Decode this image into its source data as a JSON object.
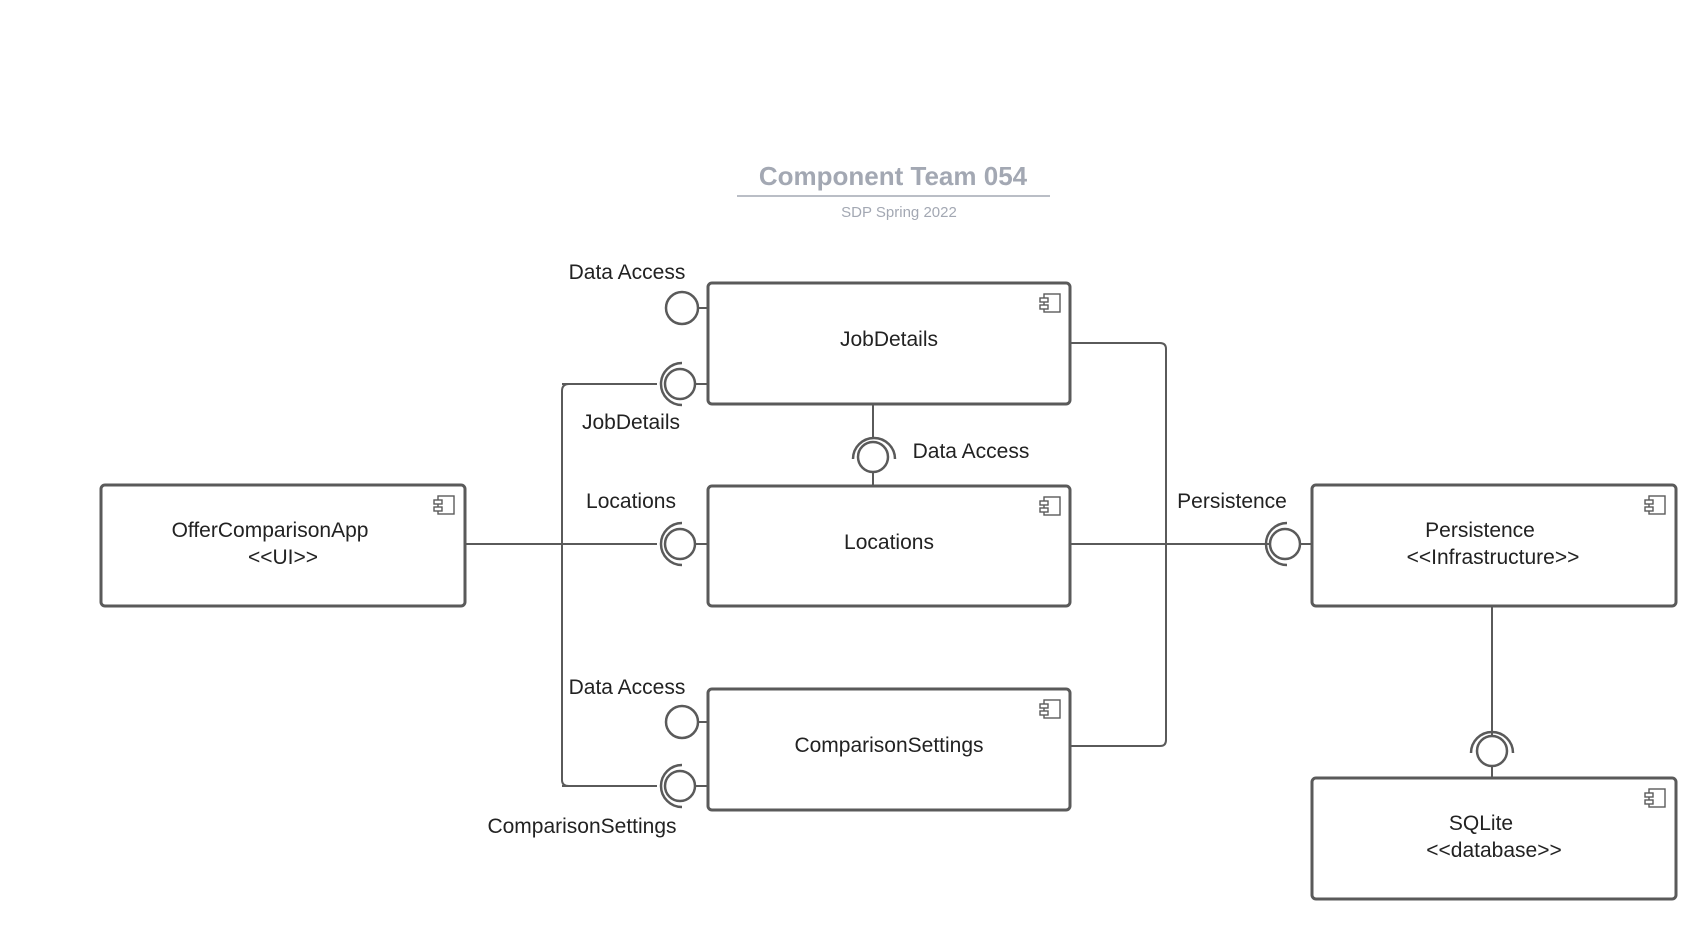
{
  "diagram": {
    "title": "Component Team 054",
    "subtitle": "SDP Spring 2022",
    "components": {
      "offer_app": {
        "name": "OfferComparisonApp",
        "stereotype": "<<UI>>"
      },
      "job_details": {
        "name": "JobDetails"
      },
      "locations": {
        "name": "Locations"
      },
      "comparison_settings": {
        "name": "ComparisonSettings"
      },
      "persistence": {
        "name": "Persistence",
        "stereotype": "<<Infrastructure>>"
      },
      "sqlite": {
        "name": "SQLite",
        "stereotype": "<<database>>"
      }
    },
    "interface_labels": {
      "job_data_access": "Data Access",
      "job_details": "JobDetails",
      "locations_data_access": "Data Access",
      "locations": "Locations",
      "settings_data_access": "Data Access",
      "comparison_settings": "ComparisonSettings",
      "persistence": "Persistence"
    },
    "colors": {
      "line": "#5a5a5a",
      "title": "#a3a8b3",
      "text": "#222222"
    }
  }
}
